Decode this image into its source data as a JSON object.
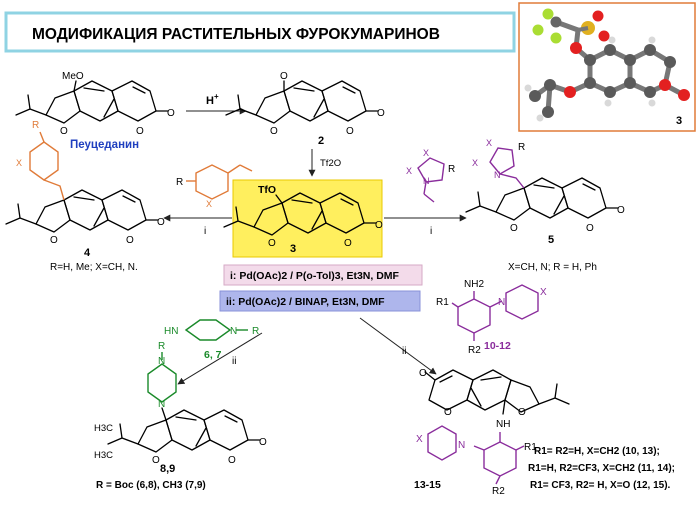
{
  "title": "МОДИФИКАЦИЯ РАСТИТЕЛЬНЫХ ФУРОКУМАРИНОВ",
  "colors": {
    "title_border": "#8fd3e3",
    "center_box": "#ffef5e",
    "cond1_box": "#f3dbea",
    "cond2_box": "#aeb6ec",
    "orange": "#e07b39",
    "purple": "#8a2d9c",
    "green": "#1a8a2a",
    "blue_label": "#1f3fbf"
  },
  "labels": {
    "meo": "MeO",
    "o": "O",
    "peucedanin": "Пеуцеданин",
    "hplus": "H",
    "plus": "+",
    "n2": "2",
    "tf2o": "Tf2O",
    "tfo": "TfO",
    "n3": "3",
    "n3_model": "3",
    "r": "R",
    "x": "X",
    "i": "i",
    "ii": "ii",
    "n4": "4",
    "n5": "5",
    "sub4": "R=H, Me; X=CH, N.",
    "sub5": "X=CH, N; R = H, Ph",
    "cond_i": "i: Pd(OAc)2 / P(o-Tol)3, Et3N, DMF",
    "cond_ii": "ii: Pd(OAc)2 / BINAP, Et3N, DMF",
    "hn": "HN",
    "n": "N",
    "nh2": "NH2",
    "r1": "R1",
    "r2": "R2",
    "n67": "6, 7",
    "n1012": "10-12",
    "n89": "8,9",
    "sub89": "R = Boc (6,8), CH3 (7,9)",
    "h3c": "H3C",
    "nh": "NH",
    "n1315": "13-15",
    "leg1": "R1= R2=H, X=CH2 (10, 13);",
    "leg2": "R1=H, R2=CF3, X=CH2 (11, 14);",
    "leg3": "R1= CF3, R2= H, X=O (12, 15)."
  }
}
